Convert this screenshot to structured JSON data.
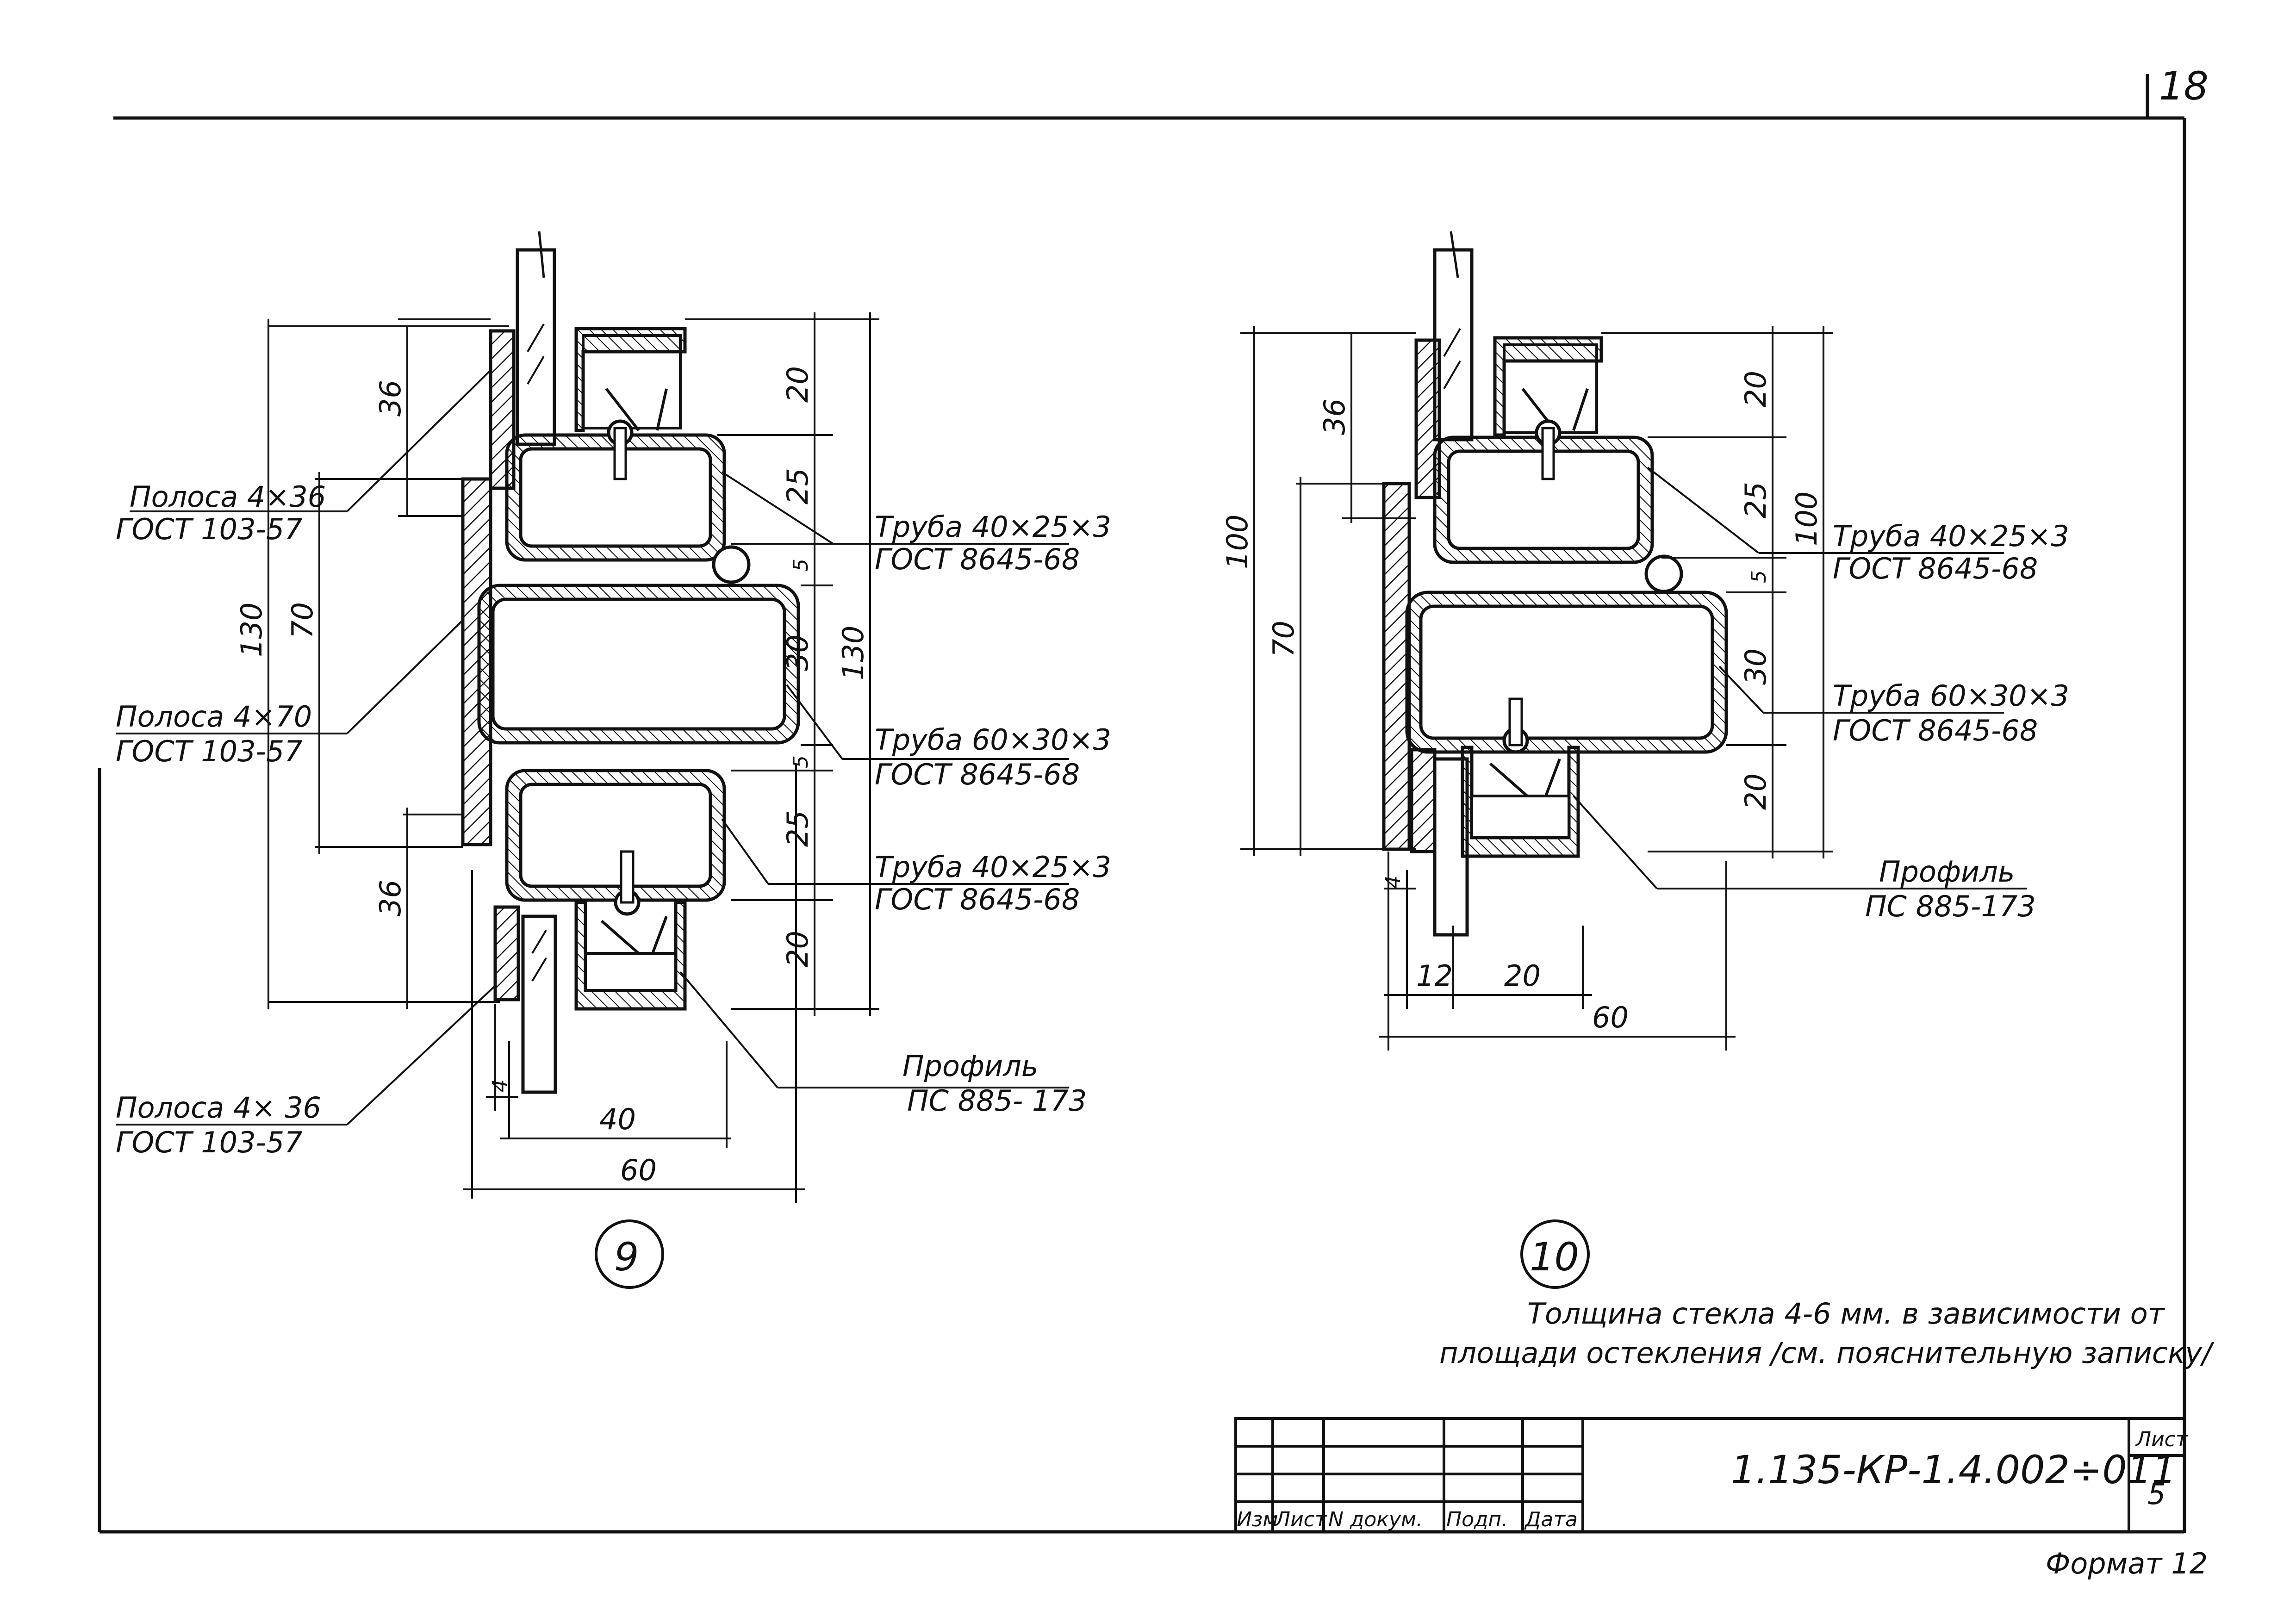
{
  "sheet_number": "18",
  "detail_9": {
    "marker": "9",
    "callouts": {
      "strip_top_1": "Полоса 4×36",
      "strip_top_2": "ГОСТ 103-57",
      "strip_mid_1": "Полоса 4×70",
      "strip_mid_2": "ГОСТ 103-57",
      "strip_bot_1": "Полоса 4× 36",
      "strip_bot_2": "ГОСТ  103-57",
      "tube_top_1": "Труба 40×25×3",
      "tube_top_2": "ГОСТ 8645-68",
      "tube_mid_1": "Труба 60×30×3",
      "tube_mid_2": "ГОСТ 8645-68",
      "tube_bot_1": "Труба 40×25×3",
      "tube_bot_2": "ГОСТ 8645-68",
      "profile_1": "Профиль",
      "profile_2": "ПС 885- 173"
    },
    "dims": {
      "d36a": "36",
      "d130a": "130",
      "d70": "70",
      "d36b": "36",
      "d20a": "20",
      "d25a": "25",
      "d5a": "5",
      "d30": "30",
      "d5b": "5",
      "d25b": "25",
      "d20b": "20",
      "d130b": "130",
      "d4": "4",
      "d40": "40",
      "d60": "60"
    }
  },
  "detail_10": {
    "marker": "10",
    "callouts": {
      "tube_top_1": "Труба 40×25×3",
      "tube_top_2": "ГОСТ 8645-68",
      "tube_mid_1": "Труба 60×30×3",
      "tube_mid_2": "ГОСТ 8645-68",
      "profile_1": "Профиль",
      "profile_2": "ПС 885-173"
    },
    "dims": {
      "d100a": "100",
      "d70": "70",
      "d36": "36",
      "d20a": "20",
      "d25": "25",
      "d5": "5",
      "d30": "30",
      "d20b": "20",
      "d100b": "100",
      "d4": "4",
      "d12": "12",
      "d20c": "20",
      "d60": "60"
    }
  },
  "note": {
    "line1": "Толщина стекла 4-6 мм. в зависимости от",
    "line2": "площади остекления /см. пояснительную записку/"
  },
  "title_block": {
    "designation": "1.135-КР-1.4.002÷011",
    "sheet_label": "Лист",
    "sheet_value": "5",
    "col_izm": "Изм",
    "col_list": "Лист",
    "col_doc": "N докум.",
    "col_sign": "Подп.",
    "col_date": "Дата"
  },
  "format_label": "Формат 12",
  "colors": {
    "ink": "#111111",
    "paper": "#ffffff"
  }
}
